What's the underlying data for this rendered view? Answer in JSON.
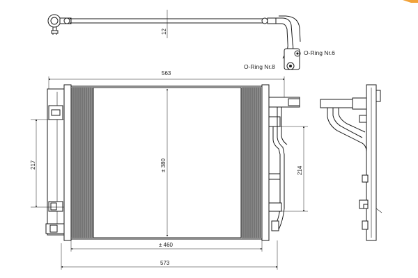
{
  "labels": {
    "width_top": "563",
    "width_bottom": "573",
    "core_width": "± 460",
    "core_height": "± 380",
    "left_height": "217",
    "right_height": "214",
    "pipe_offset": "12",
    "oring_6": "O-Ring Nr.6",
    "oring_8": "O-Ring Nr.8"
  },
  "colors": {
    "line": "#1a1a1a",
    "fins": "#1a1a1a",
    "corner_accent": "#f2a33a"
  }
}
